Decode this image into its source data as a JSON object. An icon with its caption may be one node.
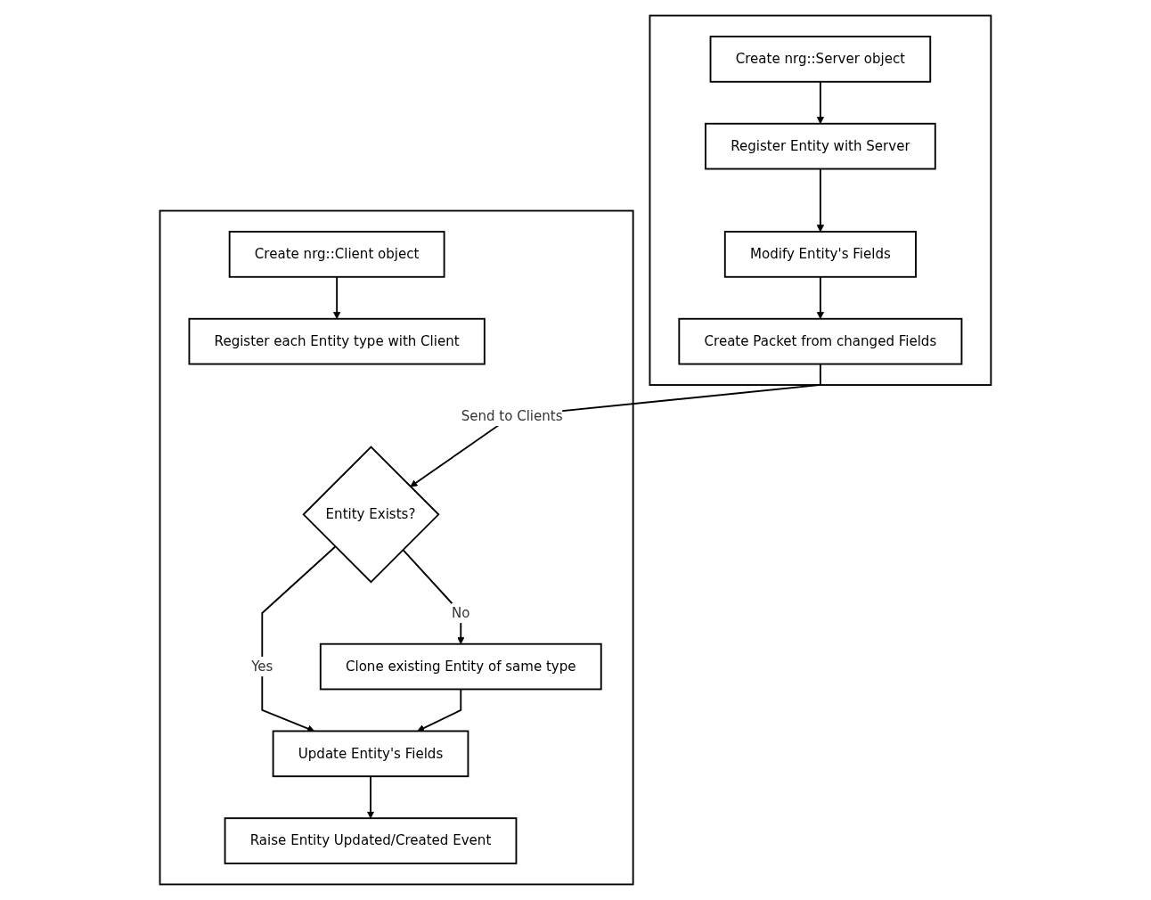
{
  "diagram": {
    "nodes": [
      {
        "text": [],
        "shape": "box"
      },
      {
        "text": [
          "Create nrg::Client object"
        ],
        "in": 0
      },
      {
        "text": [
          "Register each Entity type with Client"
        ],
        "in": 0
      },
      {
        "text": [
          "Entity Exists?"
        ],
        "in": 0
      },
      {
        "text": [
          "Clone existing Entity of same type"
        ],
        "in": 0
      },
      {
        "text": [
          "Update Entity's Fields"
        ],
        "in": 0
      },
      {
        "text": [
          "Raise Entity Updated/Created Event"
        ],
        "in": 0
      },
      {
        "text": [],
        "shape": "box"
      },
      {
        "text": [
          "Create nrg::Server object"
        ],
        "in": 7
      },
      {
        "text": [
          "Register Entity with Server"
        ],
        "in": 7
      },
      {
        "text": [
          "Modify Entity's Fields"
        ],
        "in": 7
      },
      {
        "text": [
          "Create Packet from changed Fields"
        ],
        "in": 7
      }
    ],
    "edges": [
      {
        "from": 1,
        "to": 2,
        "arrow": "to"
      },
      {
        "from": 8,
        "to": 9,
        "arrow": "to"
      },
      {
        "from": 9,
        "to": 10,
        "arrow": "to"
      },
      {
        "from": 10,
        "to": 11,
        "arrow": "to"
      },
      {
        "from": 11,
        "to": 3,
        "arrow": "to",
        "label": "Send to Clients"
      },
      {
        "from": 3,
        "to": 4,
        "arrow": "to",
        "label": "No"
      },
      {
        "from": 3,
        "to": 5,
        "arrow": "to",
        "label": "Yes"
      },
      {
        "from": 4,
        "to": 5,
        "arrow": "to"
      },
      {
        "from": 5,
        "to": 6,
        "arrow": "to"
      }
    ]
  }
}
